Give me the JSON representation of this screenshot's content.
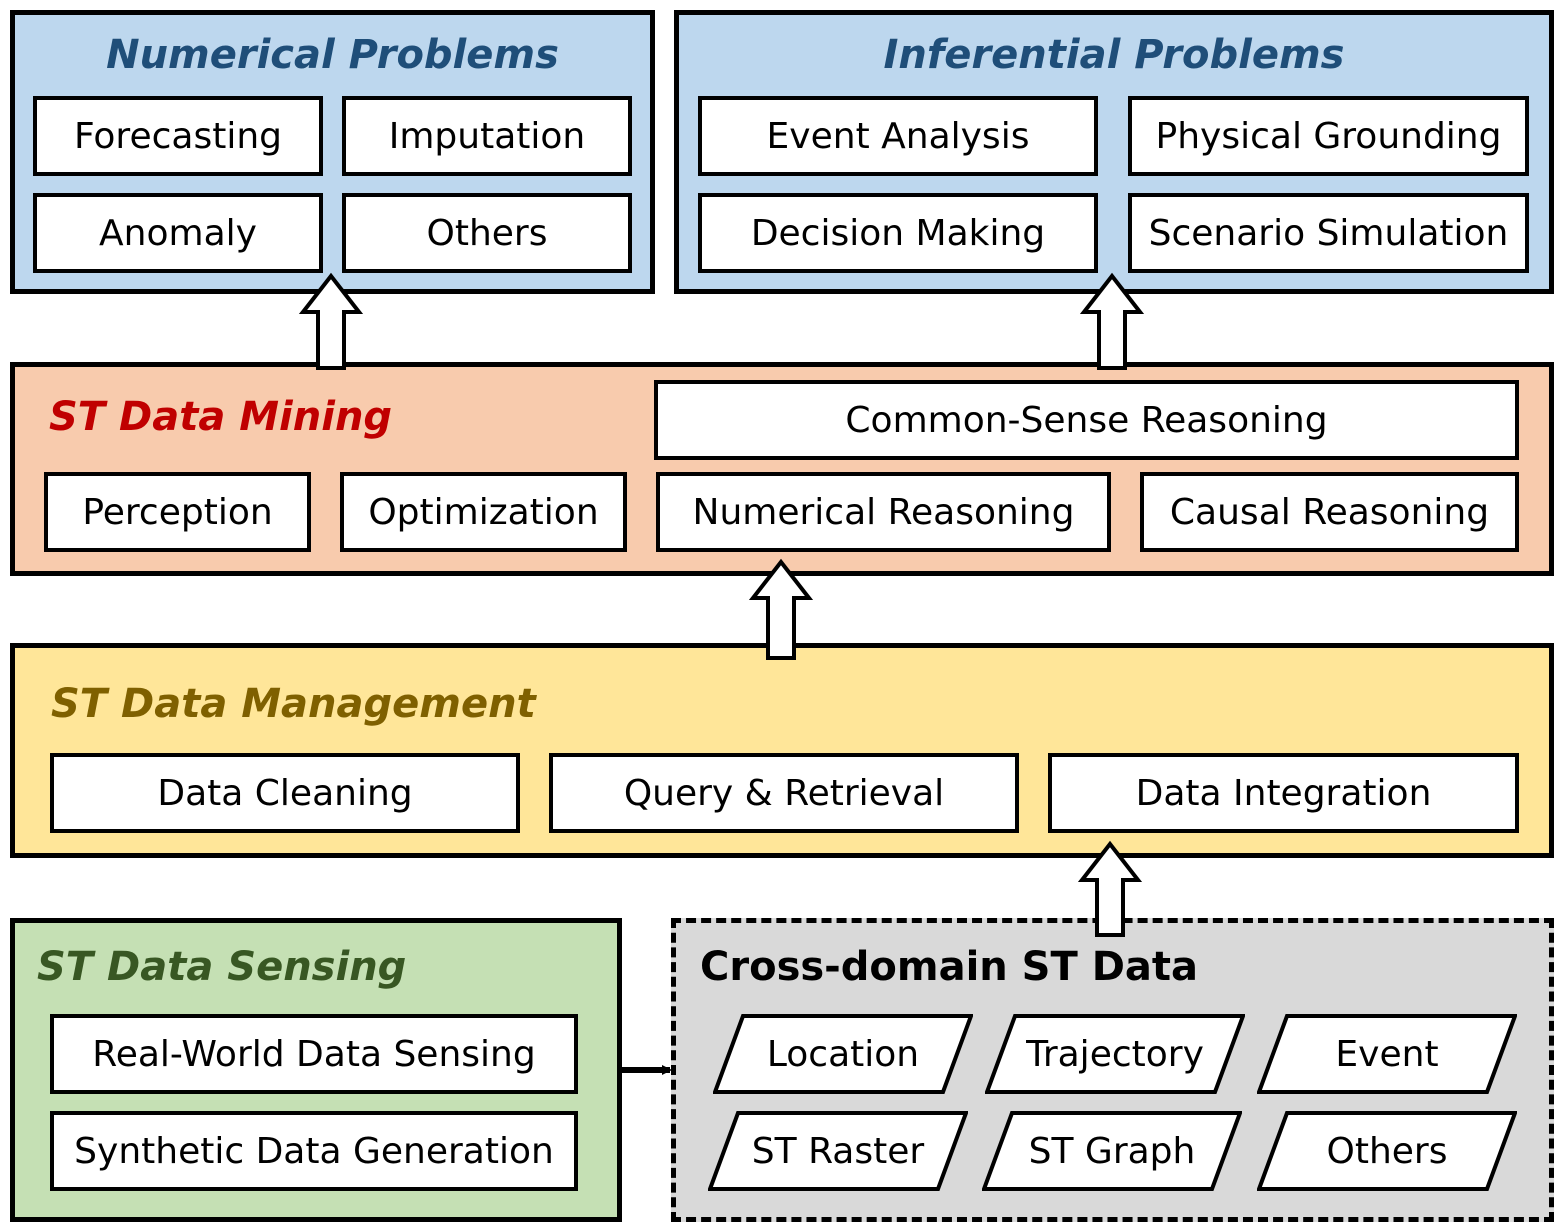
{
  "numerical_problems": {
    "title": "Numerical Problems",
    "color": "#1f4e79",
    "items": [
      "Forecasting",
      "Imputation",
      "Anomaly",
      "Others"
    ]
  },
  "inferential_problems": {
    "title": "Inferential Problems",
    "color": "#1f4e79",
    "items": [
      "Event Analysis",
      "Physical Grounding",
      "Decision Making",
      "Scenario Simulation"
    ]
  },
  "data_mining": {
    "title": "ST Data Mining",
    "color": "#c00000",
    "items": [
      "Common-Sense Reasoning",
      "Perception",
      "Optimization",
      "Numerical Reasoning",
      "Causal Reasoning"
    ]
  },
  "data_management": {
    "title": "ST Data Management",
    "color": "#7f6000",
    "items": [
      "Data Cleaning",
      "Query & Retrieval",
      "Data Integration"
    ]
  },
  "data_sensing": {
    "title": "ST Data Sensing",
    "color": "#385723",
    "items": [
      "Real-World Data Sensing",
      "Synthetic Data Generation"
    ]
  },
  "cross_domain": {
    "title": "Cross-domain ST Data",
    "color": "#000000",
    "items": [
      "Location",
      "Trajectory",
      "Event",
      "ST Raster",
      "ST Graph",
      "Others"
    ]
  }
}
